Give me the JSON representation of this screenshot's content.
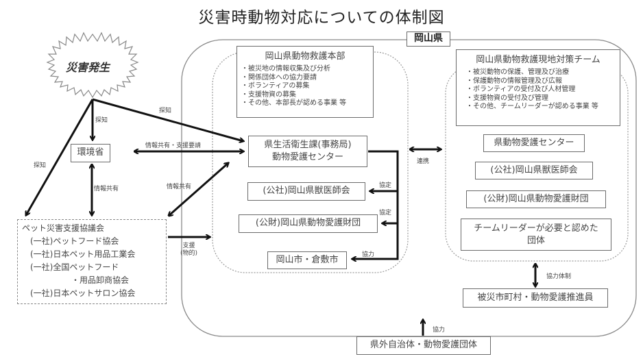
{
  "title": "災害時動物対応についての体制図",
  "disaster": "災害発生",
  "prefecture_label": "岡山県",
  "ministry": "環境省",
  "hq": {
    "title": "岡山県動物救護本部",
    "items": [
      "・被災地の情報収集及び分析",
      "・関係団体への協力要請",
      "・ボランティアの募集",
      "・支援物資の募集",
      "・その他、本部長が認める事業 等"
    ]
  },
  "field_team": {
    "title": "岡山県動物救護現地対策チーム",
    "items": [
      "・被災動物の保護、管理及び治療",
      "・保護動物の情報管理及び広報",
      "・ボランティアの受付及び人材管理",
      "・支援物資の受付及び管理",
      "・その他、チームリーダーが認める事業 等"
    ]
  },
  "hq_members": {
    "secretariat_line1": "県生活衛生課(事務局)",
    "secretariat_line2": "動物愛護センター",
    "vet_assoc": "(公社)岡山県獣医師会",
    "welfare_foundation": "(公財)岡山県動物愛護財団",
    "cities": "岡山市・倉敷市"
  },
  "team_members": {
    "center": "県動物愛護センター",
    "vet_assoc": "(公社)岡山県獣医師会",
    "welfare_foundation": "(公財)岡山県動物愛護財団",
    "leader_groups_line1": "チームリーダーが必要と認めた",
    "leader_groups_line2": "団体"
  },
  "municipalities": "被災市町村・動物愛護推進員",
  "external": "県外自治体・動物愛護団体",
  "pet_council": {
    "title": "ペット災害支援協議会",
    "members": [
      "(一社)ペットフード協会",
      "(一社)日本ペット用品工業会",
      "(一社)全国ペットフード",
      "・用品卸商協会",
      "(一社)日本ペットサロン協会"
    ]
  },
  "edge_labels": {
    "detect_top": "探知",
    "detect_mid": "探知",
    "detect_left": "探知",
    "info_support": "情報共有・支援要請",
    "info_share_ministry": "情報共有",
    "info_share_council": "情報共有",
    "support_line1": "支援",
    "support_line2": "(物的)",
    "agreement1": "協定",
    "agreement2": "協定",
    "cooperation_cities": "協力",
    "liaison": "連携",
    "cooperation_system": "協力体制",
    "cooperation_external": "協力"
  }
}
